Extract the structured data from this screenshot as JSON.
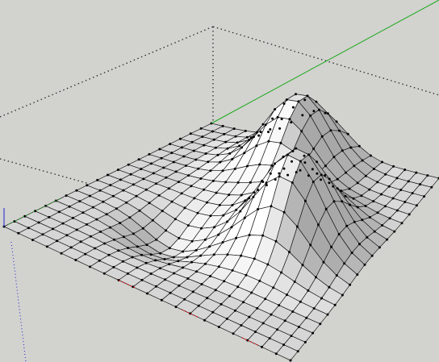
{
  "app": {
    "kind": "3d-modeling-viewport",
    "background_color": "#d2d2cf"
  },
  "scene": {
    "surface": {
      "shape": "grid-mesh",
      "grid_cells": 20,
      "features": [
        {
          "type": "peak",
          "label": ""
        },
        {
          "type": "peak",
          "label": ""
        },
        {
          "type": "depression",
          "label": ""
        }
      ]
    },
    "axes": {
      "red_color": "#e00000",
      "green_color": "#1aaa1a",
      "blue_color": "#2020d8"
    },
    "bounding_box": {
      "style": "dotted",
      "color": "#2a2a2a"
    },
    "colors": {
      "face_lit": "#ffffff",
      "face_base": "#d6d6d6",
      "face_shadow": "#a8a8a8",
      "edge": "#1a1a1a",
      "vertex": "#000000"
    }
  }
}
